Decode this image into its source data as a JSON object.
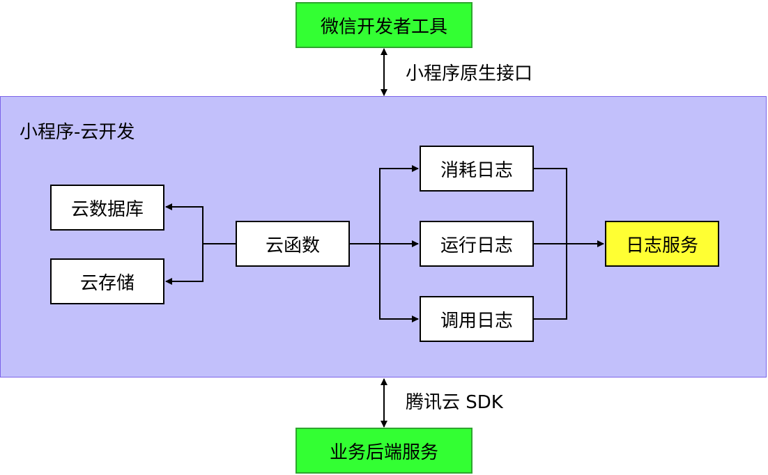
{
  "container": {
    "title": "小程序-云开发",
    "fill": "#c2c0fb",
    "stroke": "#7b63e8"
  },
  "nodes": {
    "wechat_devtools": "微信开发者工具",
    "cloud_database": "云数据库",
    "cloud_storage": "云存储",
    "cloud_function": "云函数",
    "consumption_log": "消耗日志",
    "runtime_log": "运行日志",
    "invocation_log": "调用日志",
    "log_service": "日志服务",
    "business_backend": "业务后端服务"
  },
  "edge_labels": {
    "native_interface": "小程序原生接口",
    "tencent_sdk": "腾讯云 SDK"
  },
  "edges": [
    {
      "from": "wechat_devtools",
      "to": "container",
      "label": "native_interface",
      "bidirectional": true
    },
    {
      "from": "cloud_function",
      "to": "cloud_database"
    },
    {
      "from": "cloud_function",
      "to": "cloud_storage"
    },
    {
      "from": "cloud_function",
      "to": "consumption_log"
    },
    {
      "from": "cloud_function",
      "to": "runtime_log"
    },
    {
      "from": "cloud_function",
      "to": "invocation_log"
    },
    {
      "from": "consumption_log",
      "to": "log_service"
    },
    {
      "from": "runtime_log",
      "to": "log_service"
    },
    {
      "from": "invocation_log",
      "to": "log_service"
    },
    {
      "from": "container",
      "to": "business_backend",
      "label": "tencent_sdk",
      "bidirectional": true
    }
  ],
  "colors": {
    "terminal_node": "#33ff33",
    "highlight_node": "#ffff33",
    "default_node": "#ffffff"
  }
}
